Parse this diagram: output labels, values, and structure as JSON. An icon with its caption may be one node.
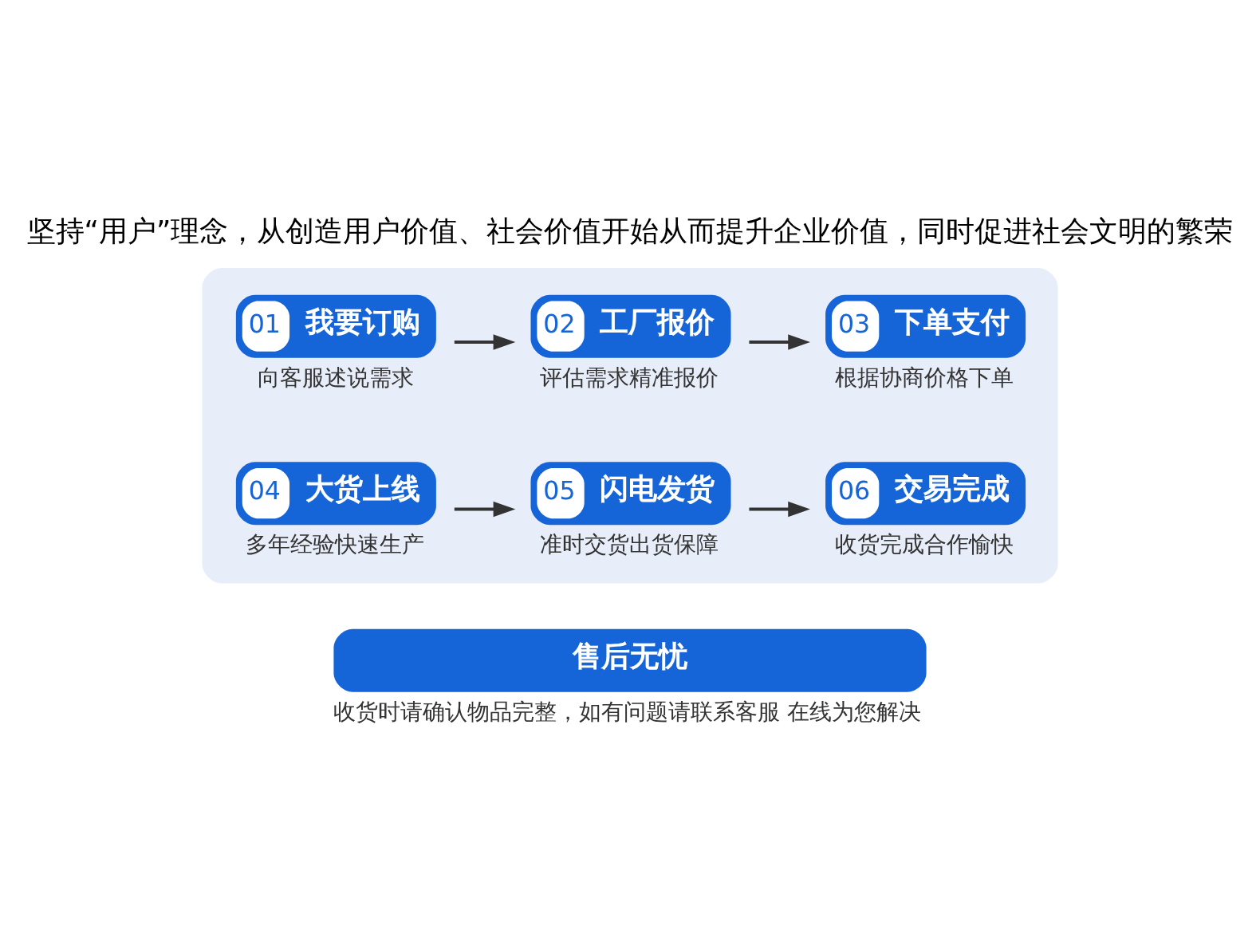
{
  "diagram": {
    "title": "坚持“用户”理念，从创造用户价值、社会价值开始从而提升企业价值，同时促进社会文明的繁荣",
    "nodes": [
      {
        "text": [],
        "shape": "box"
      },
      {
        "text": [
          "01",
          "我要订购"
        ],
        "in": 0,
        "beside": [
          "向客服述说需求"
        ]
      },
      {
        "text": [
          "02",
          "工厂报价"
        ],
        "in": 0,
        "beside": [
          "评估需求精准报价"
        ]
      },
      {
        "text": [
          "03",
          "下单支付"
        ],
        "in": 0,
        "beside": [
          "根据协商价格下单"
        ]
      },
      {
        "text": [
          "04",
          "大货上线"
        ],
        "in": 0,
        "beside": [
          "多年经验快速生产"
        ]
      },
      {
        "text": [
          "05",
          "闪电发货"
        ],
        "in": 0,
        "beside": [
          "准时交货出货保障"
        ]
      },
      {
        "text": [
          "06",
          "交易完成"
        ],
        "in": 0,
        "beside": [
          "收货完成合作愉快"
        ]
      },
      {
        "text": [
          "售后无忧"
        ],
        "beside": [
          "收货时请确认物品完整，如有问题请联系客服 在线为您解决"
        ]
      }
    ],
    "edges": [
      {
        "from": 1,
        "to": 2,
        "arrow": "to"
      },
      {
        "from": 2,
        "to": 3,
        "arrow": "to"
      },
      {
        "from": 4,
        "to": 5,
        "arrow": "to"
      },
      {
        "from": 5,
        "to": 6,
        "arrow": "to"
      }
    ]
  }
}
